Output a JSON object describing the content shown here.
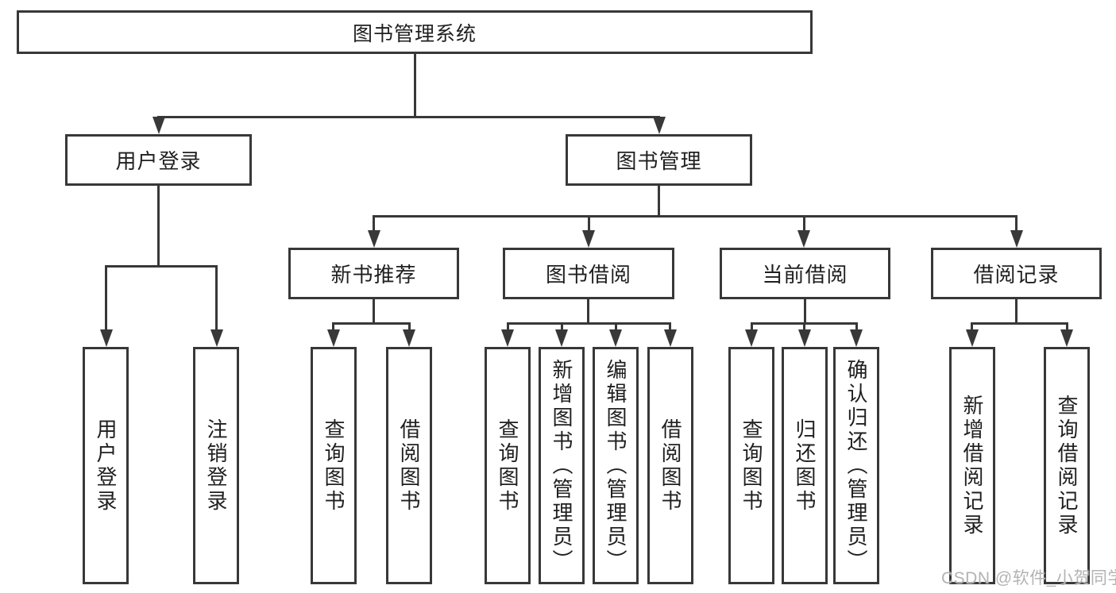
{
  "diagram": {
    "title": "图书管理系统",
    "watermark": "CSDN @软件_小贺同学",
    "colors": {
      "line": "#383838",
      "text": "#1f1f1f",
      "background": "#ffffff",
      "watermark": "#b3b3b3"
    },
    "tree": {
      "label": "图书管理系统",
      "children": [
        {
          "label": "用户登录",
          "children": [
            {
              "label": "用户登录"
            },
            {
              "label": "注销登录"
            }
          ]
        },
        {
          "label": "图书管理",
          "children": [
            {
              "label": "新书推荐",
              "children": [
                {
                  "label": "查询图书"
                },
                {
                  "label": "借阅图书"
                }
              ]
            },
            {
              "label": "图书借阅",
              "children": [
                {
                  "label": "查询图书"
                },
                {
                  "label": "新增图书（管理员）"
                },
                {
                  "label": "编辑图书（管理员）"
                },
                {
                  "label": "借阅图书"
                }
              ]
            },
            {
              "label": "当前借阅",
              "children": [
                {
                  "label": "查询图书"
                },
                {
                  "label": "归还图书"
                },
                {
                  "label": "确认归还（管理员）"
                }
              ]
            },
            {
              "label": "借阅记录",
              "children": [
                {
                  "label": "新增借阅记录"
                },
                {
                  "label": "查询借阅记录"
                }
              ]
            }
          ]
        }
      ]
    }
  }
}
